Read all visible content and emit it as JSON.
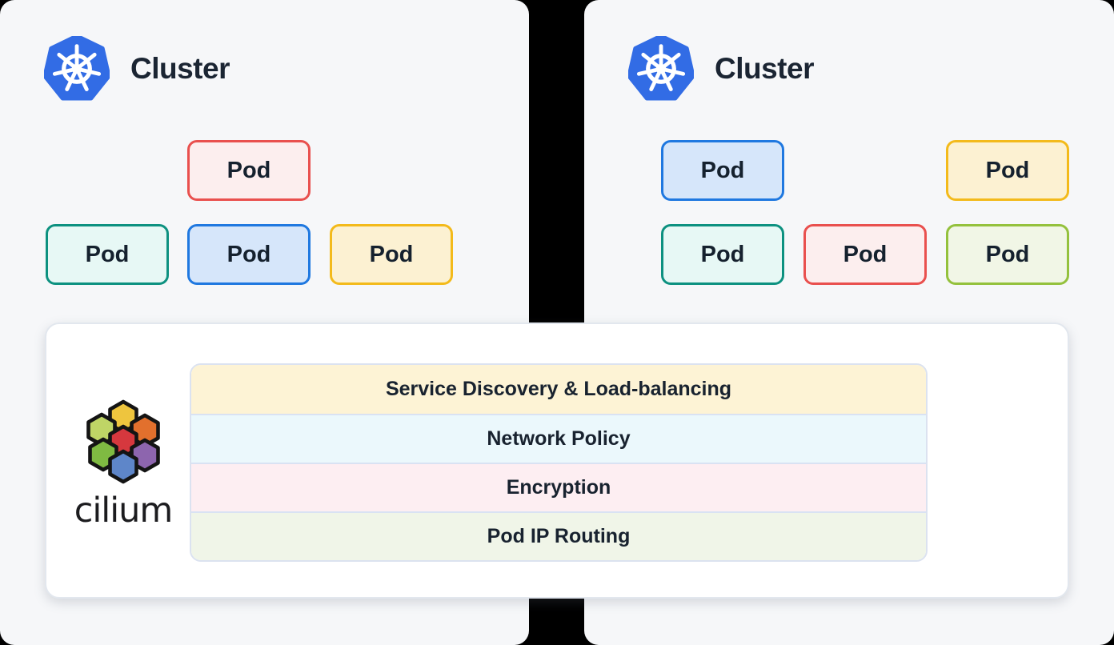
{
  "clusters": [
    {
      "title": "Cluster",
      "icon": "kubernetes-logo",
      "pods": [
        {
          "label": "Pod",
          "variant": "red",
          "position": "top-center"
        },
        {
          "label": "Pod",
          "variant": "teal",
          "position": "bottom-left"
        },
        {
          "label": "Pod",
          "variant": "blue",
          "position": "bottom-center"
        },
        {
          "label": "Pod",
          "variant": "yellow",
          "position": "bottom-right"
        }
      ]
    },
    {
      "title": "Cluster",
      "icon": "kubernetes-logo",
      "pods": [
        {
          "label": "Pod",
          "variant": "blue",
          "position": "top-left"
        },
        {
          "label": "Pod",
          "variant": "yellow",
          "position": "top-right"
        },
        {
          "label": "Pod",
          "variant": "teal",
          "position": "bottom-left"
        },
        {
          "label": "Pod",
          "variant": "red",
          "position": "bottom-center"
        },
        {
          "label": "Pod",
          "variant": "green",
          "position": "bottom-right"
        }
      ]
    }
  ],
  "cilium": {
    "brand": "cilium",
    "icon": "cilium-logo",
    "features": [
      {
        "label": "Service Discovery & Load-balancing",
        "bg": "#fdf3d5"
      },
      {
        "label": "Network Policy",
        "bg": "#ebf8fc"
      },
      {
        "label": "Encryption",
        "bg": "#fdeef2"
      },
      {
        "label": "Pod IP Routing",
        "bg": "#f0f5e8"
      }
    ]
  },
  "palette": {
    "background": "#000000",
    "cluster_panel_bg": "#f6f7f9",
    "cilium_panel_bg": "#ffffff",
    "kubernetes_blue": "#326ce5",
    "pod_red_border": "#e9504e",
    "pod_red_bg": "#fceeee",
    "pod_teal_border": "#0d9180",
    "pod_teal_bg": "#e7f8f5",
    "pod_blue_border": "#1f78e0",
    "pod_blue_bg": "#d6e6fa",
    "pod_yellow_border": "#f3ba1b",
    "pod_yellow_bg": "#fcf1d2",
    "pod_green_border": "#94c13d",
    "pod_green_bg": "#f1f6e6",
    "text_dark": "#15212e",
    "cilium_hex_yellow": "#eec53e",
    "cilium_hex_lime": "#bfd566",
    "cilium_hex_orange": "#e2702d",
    "cilium_hex_red": "#d6383e",
    "cilium_hex_green": "#7fba42",
    "cilium_hex_purple": "#8d65ae",
    "cilium_hex_blue": "#5e86c9"
  }
}
